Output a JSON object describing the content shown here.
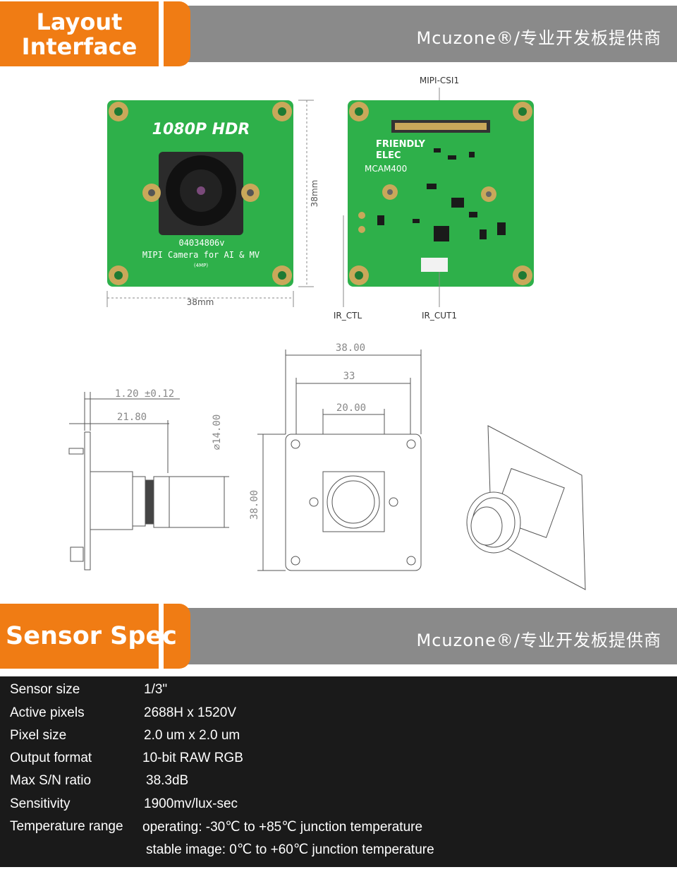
{
  "layout_banner": {
    "title_line1": "Layout",
    "title_line2": "Interface",
    "brand": "Mcuzone®/专业开发板提供商"
  },
  "front_board": {
    "title": "1080P HDR",
    "serial": "04034806v",
    "caption": "MIPI Camera for AI & MV",
    "sub": "(4MP)",
    "width_label": "38mm",
    "height_label": "38mm"
  },
  "back_board": {
    "connector": "MIPI-CSI1",
    "brand_line1": "FRIENDLY",
    "brand_line2": "ELEC",
    "model": "MCAM400",
    "ir_ctl": "IR_CTL",
    "ir_cut1": "IR_CUT1"
  },
  "drawing_side": {
    "dim1": "1.20 ±0.12",
    "dim2": "21.80",
    "dim3": "⌀14.00"
  },
  "drawing_front": {
    "dim_outer": "38.00",
    "dim_holes": "33",
    "dim_lens": "20.00",
    "dim_height": "38.00"
  },
  "sensor_banner": {
    "title": "Sensor Spec",
    "brand": "Mcuzone®/专业开发板提供商"
  },
  "specs": [
    {
      "key": "Sensor size",
      "value": "1/3\""
    },
    {
      "key": "Active pixels",
      "value": "2688H x 1520V"
    },
    {
      "key": "Pixel size",
      "value": "2.0 um x 2.0 um"
    },
    {
      "key": "Output format",
      "value": "10-bit RAW RGB"
    },
    {
      "key": "Max S/N ratio",
      "value": "38.3dB"
    },
    {
      "key": "Sensitivity",
      "value": "1900mv/lux-sec"
    },
    {
      "key": "Temperature range",
      "value": "operating: -30℃ to +85℃ junction temperature"
    },
    {
      "key": "",
      "value": "stable image: 0℃ to +60℃ junction temperature"
    }
  ]
}
